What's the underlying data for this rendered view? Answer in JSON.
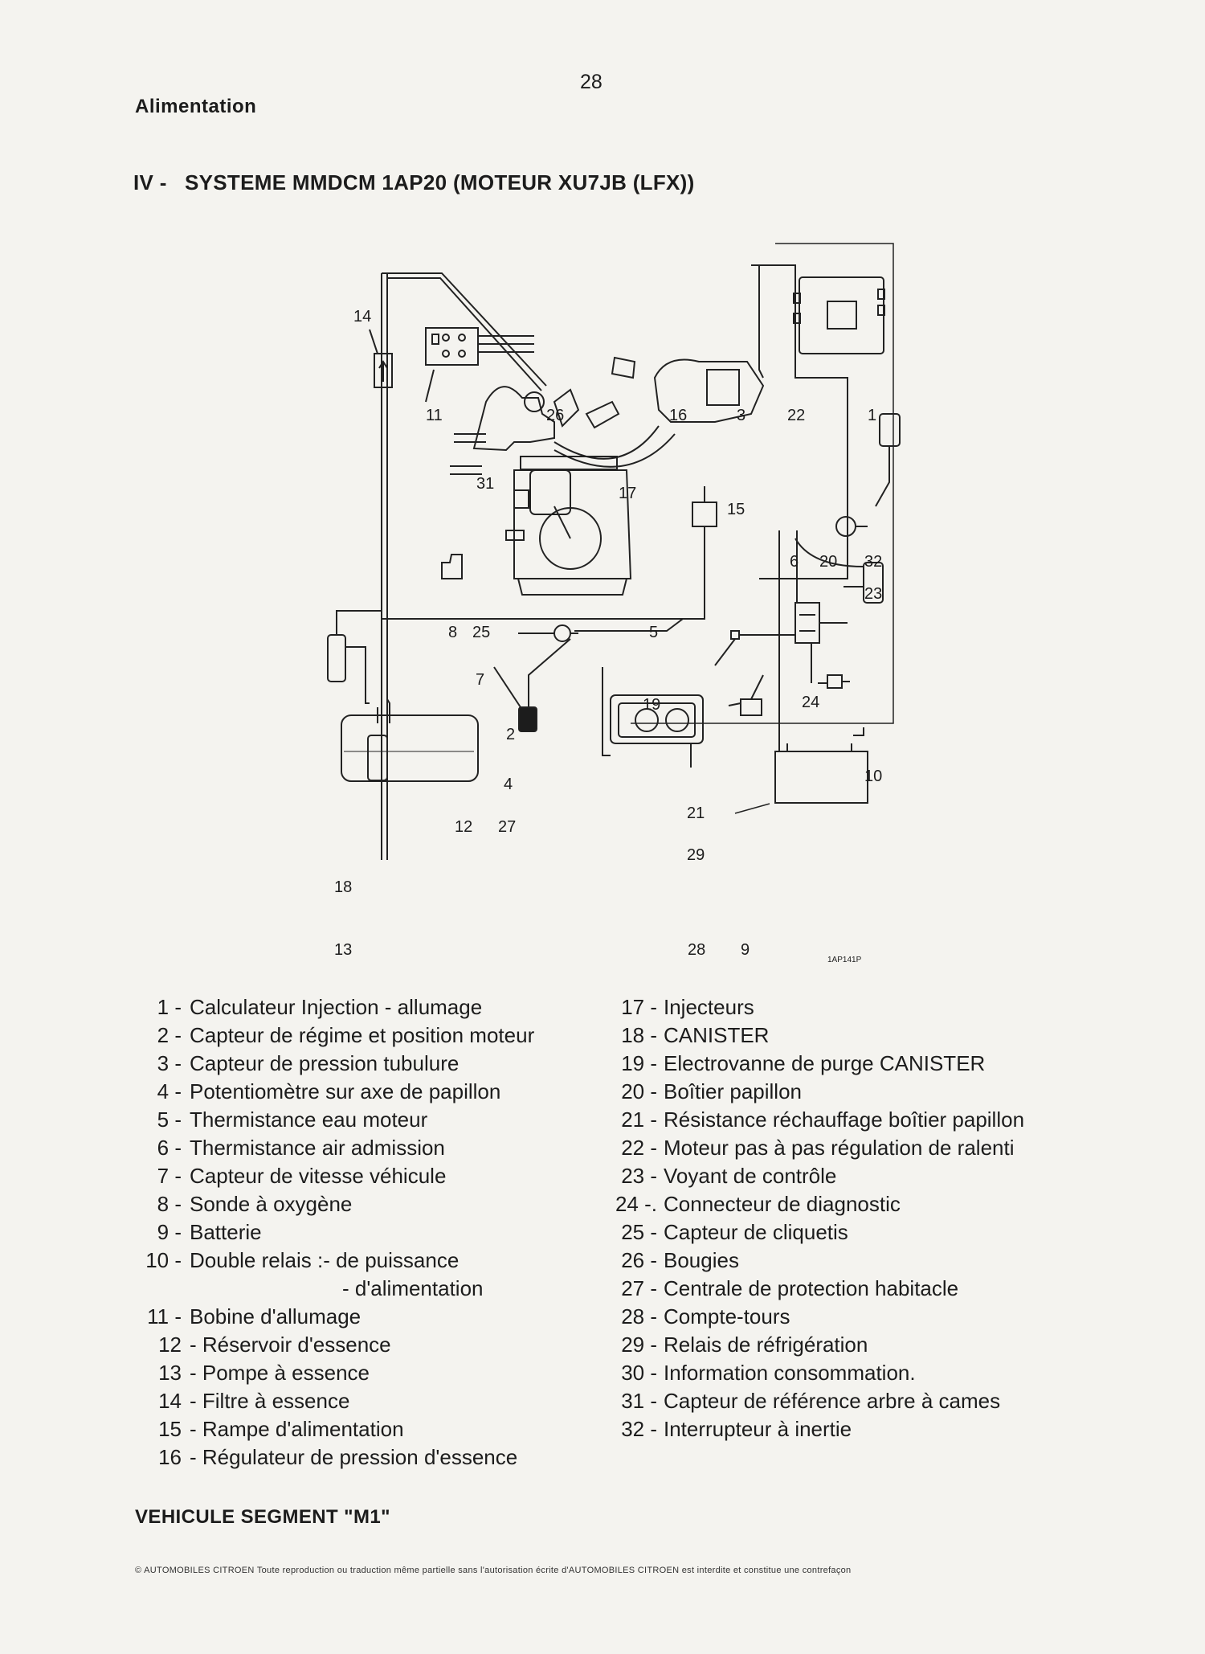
{
  "header": {
    "page_number": "28",
    "section": "Alimentation"
  },
  "heading": {
    "number": "IV -",
    "text": "SYSTEME MMDCM 1AP20 (MOTEUR XU7JB (LFX))"
  },
  "diagram": {
    "callouts": [
      "1",
      "2",
      "3",
      "4",
      "5",
      "6",
      "7",
      "8",
      "9",
      "10",
      "11",
      "12",
      "13",
      "14",
      "15",
      "16",
      "17",
      "18",
      "19",
      "20",
      "21",
      "22",
      "23",
      "24",
      "25",
      "26",
      "27",
      "28",
      "29",
      "31",
      "32"
    ],
    "ref_code": "1AP141P"
  },
  "legend": {
    "left": [
      {
        "num": "1 -",
        "text": "Calculateur Injection - allumage"
      },
      {
        "num": "2 -",
        "text": "Capteur de régime et position moteur"
      },
      {
        "num": "3 -",
        "text": "Capteur de pression tubulure"
      },
      {
        "num": "4 -",
        "text": "Potentiomètre sur axe de papillon"
      },
      {
        "num": "5 -",
        "text": "Thermistance eau moteur"
      },
      {
        "num": "6 -",
        "text": "Thermistance air admission"
      },
      {
        "num": "7 -",
        "text": "Capteur de vitesse véhicule"
      },
      {
        "num": "8 -",
        "text": "Sonde à oxygène"
      },
      {
        "num": "9 -",
        "text": "Batterie"
      },
      {
        "num": "10 -",
        "text": "Double relais :- de puissance"
      },
      {
        "num": "",
        "text": "- d'alimentation"
      },
      {
        "num": "11 -",
        "text": "Bobine d'allumage"
      },
      {
        "num": "12",
        "text": "- Réservoir d'essence"
      },
      {
        "num": "13",
        "text": "- Pompe à essence"
      },
      {
        "num": "14",
        "text": "- Filtre à essence"
      },
      {
        "num": "15",
        "text": "- Rampe d'alimentation"
      },
      {
        "num": "16",
        "text": "- Régulateur de pression d'essence"
      }
    ],
    "right": [
      {
        "num": "17 -",
        "text": "Injecteurs"
      },
      {
        "num": "18 -",
        "text": "CANISTER"
      },
      {
        "num": "19 -",
        "text": "Electrovanne de purge CANISTER"
      },
      {
        "num": "20 -",
        "text": "Boîtier papillon"
      },
      {
        "num": "21 -",
        "text": "Résistance réchauffage boîtier papillon"
      },
      {
        "num": "22 -",
        "text": "Moteur pas à pas régulation de ralenti"
      },
      {
        "num": "23 -",
        "text": "Voyant de contrôle"
      },
      {
        "num": "24 -.",
        "text": "Connecteur de diagnostic"
      },
      {
        "num": "25 -",
        "text": "Capteur de cliquetis"
      },
      {
        "num": "26 -",
        "text": "Bougies"
      },
      {
        "num": "27 -",
        "text": "Centrale de protection habitacle"
      },
      {
        "num": "28 -",
        "text": "Compte-tours"
      },
      {
        "num": "29 -",
        "text": "Relais de réfrigération"
      },
      {
        "num": "30 -",
        "text": "Information consommation."
      },
      {
        "num": "31 -",
        "text": "Capteur de référence arbre à cames"
      },
      {
        "num": "32 -",
        "text": "Interrupteur à inertie"
      }
    ]
  },
  "vehicle_segment": "VEHICULE SEGMENT \"M1\"",
  "footer": "© AUTOMOBILES CITROEN Toute reproduction ou traduction même partielle sans l'autorisation écrite d'AUTOMOBILES CITROEN est interdite et constitue une contrefaçon"
}
